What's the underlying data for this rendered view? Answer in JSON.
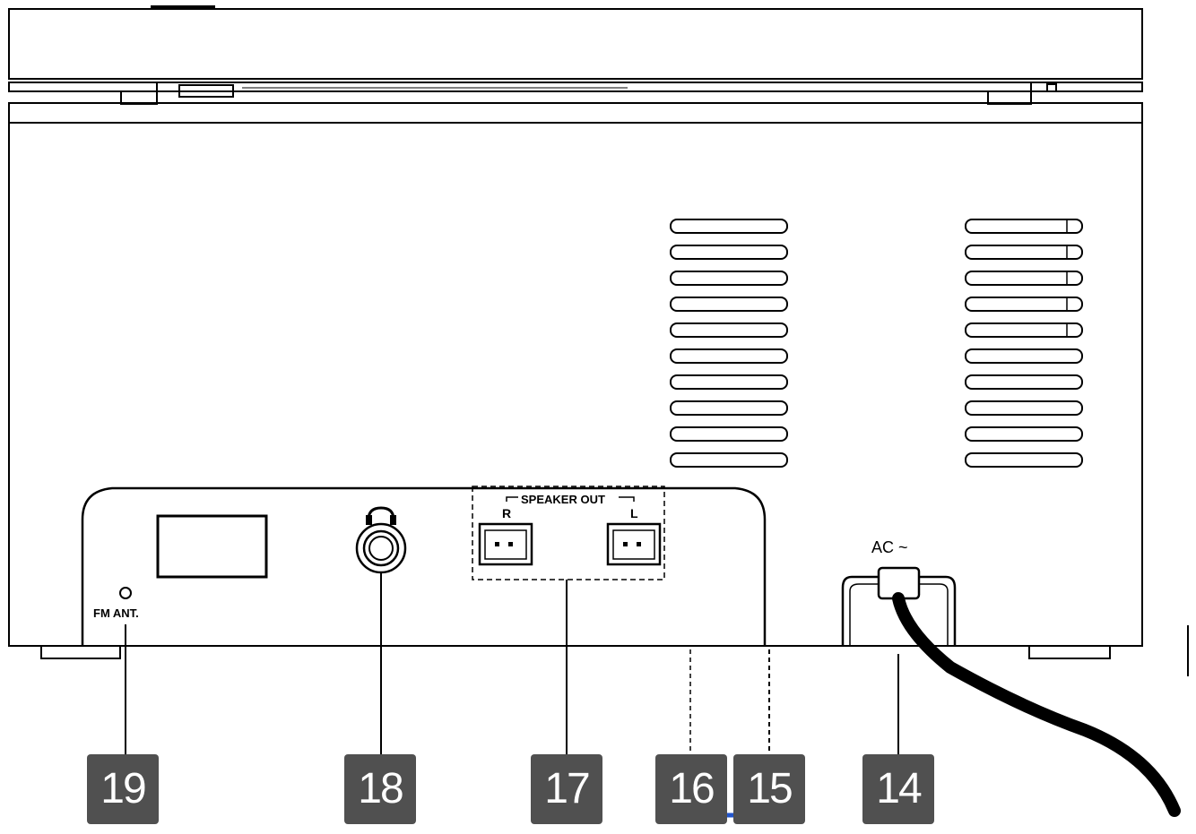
{
  "labels": {
    "fm_ant": "FM ANT.",
    "speaker_out": "SPEAKER OUT",
    "speaker_r": "R",
    "speaker_l": "L",
    "ac": "AC ~"
  },
  "callouts": [
    {
      "number": "19"
    },
    {
      "number": "18"
    },
    {
      "number": "17"
    },
    {
      "number": "16"
    },
    {
      "number": "15"
    },
    {
      "number": "14"
    }
  ],
  "colors": {
    "line": "#000000",
    "badge": "#505050",
    "badge_text": "#ffffff",
    "underline": "#2255cc"
  }
}
